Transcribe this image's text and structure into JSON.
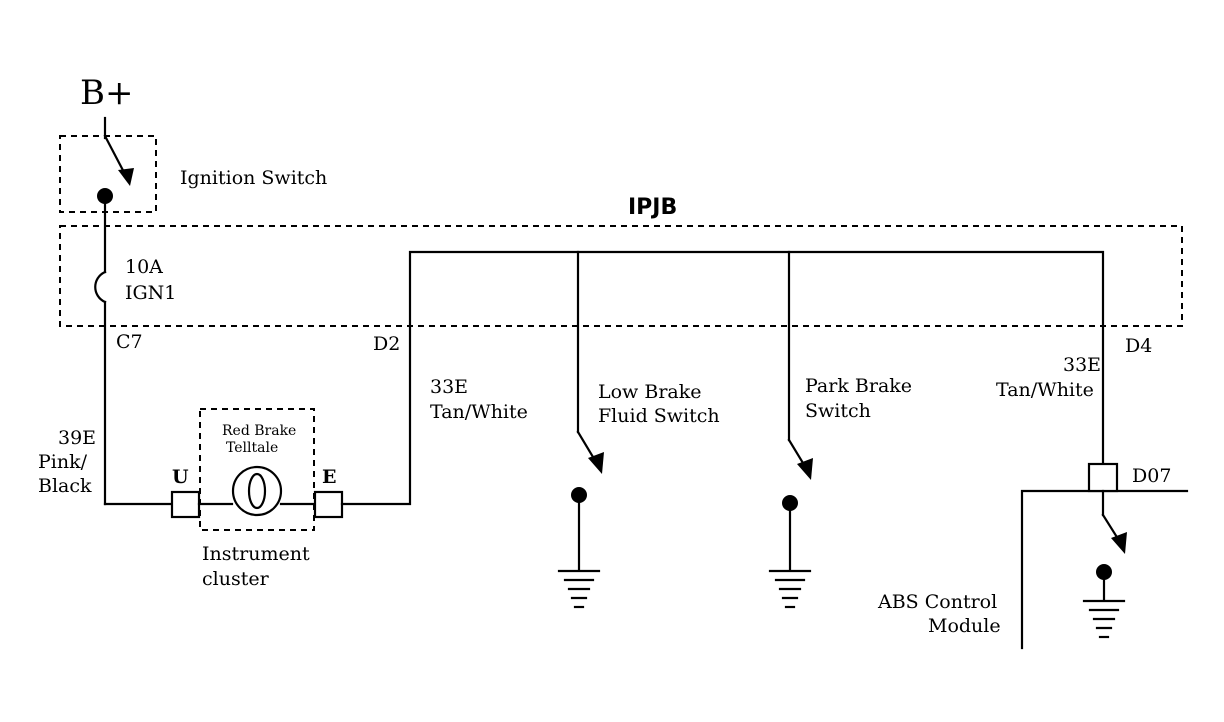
{
  "supply": "B+",
  "ignition_switch": "Ignition Switch",
  "ipjb": "IPJB",
  "fuse": {
    "rating": "10A",
    "name": "IGN1"
  },
  "connectors": {
    "c7": "C7",
    "d2": "D2",
    "d4": "D4",
    "d07": "D07"
  },
  "wire_39e": {
    "circuit": "39E",
    "color_line1": "Pink/",
    "color_line2": "Black"
  },
  "wire_33e_left": {
    "circuit": "33E",
    "color": "Tan/White"
  },
  "wire_33e_right": {
    "circuit": "33E",
    "color": "Tan/White"
  },
  "telltale": {
    "line1": "Red Brake",
    "line2": "Telltale"
  },
  "cluster_terminals": {
    "u": "U",
    "e": "E"
  },
  "instrument_cluster": {
    "line1": "Instrument",
    "line2": "cluster"
  },
  "low_brake_fluid_switch": {
    "line1": "Low Brake",
    "line2": "Fluid Switch"
  },
  "park_brake_switch": {
    "line1": "Park Brake",
    "line2": "Switch"
  },
  "abs_module": {
    "line1": "ABS Control",
    "line2": "Module"
  }
}
